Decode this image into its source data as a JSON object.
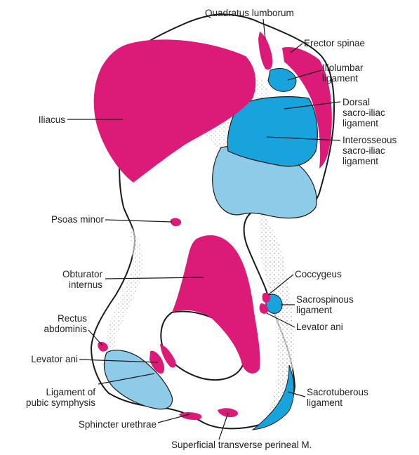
{
  "colors": {
    "muscle": "#dc1a78",
    "ligament_dark": "#19a3dd",
    "ligament_light": "#8ecbe8",
    "bone_outline": "#1a1a1a",
    "label_text": "#222222"
  },
  "labels": {
    "quadratus_lumborum": "Quadratus lumborum",
    "erector_spinae": "Erector spinae",
    "iliolumbar_ligament": "Iliolumbar\nligament",
    "dorsal_sacroiliac_ligament": "Dorsal\nsacro-iliac\nligament",
    "interosseous_sacroiliac_ligament": "Interosseous\nsacro-iliac\nligament",
    "iliacus": "Iliacus",
    "psoas_minor": "Psoas minor",
    "obturator_internus": "Obturator\ninternus",
    "coccygeus": "Coccygeus",
    "sacrospinous_ligament": "Sacrospinous\nligament",
    "levator_ani_right": "Levator ani",
    "rectus_abdominis": "Rectus\nabdominis",
    "levator_ani_left": "Levator ani",
    "ligament_of_pubic_symphysis": "Ligament of\npubic symphysis",
    "sacrotuberous_ligament": "Sacrotuberous\nligament",
    "sphincter_urethrae": "Sphincter urethrae",
    "superficial_transverse_perineal": "Superficial transverse perineal M."
  }
}
